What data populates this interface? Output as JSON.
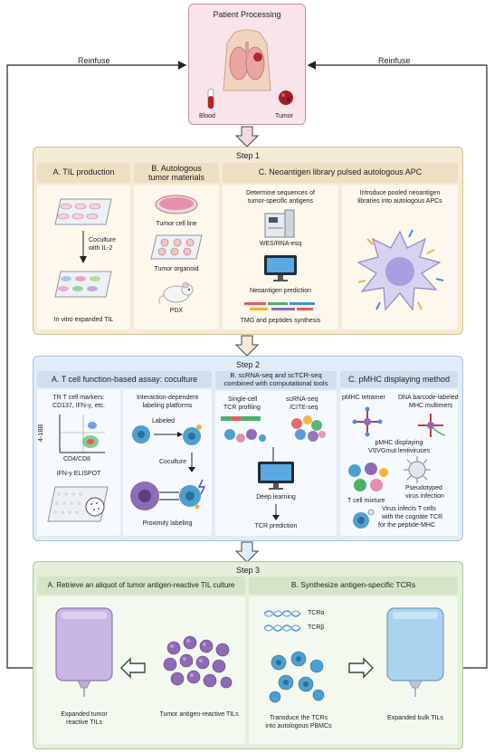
{
  "patient": {
    "title": "Patient Processing",
    "blood_label": "Blood",
    "tumor_label": "Tumor"
  },
  "reinfuse_left": "Reinfuse",
  "reinfuse_right": "Reinfuse",
  "step1": {
    "label": "Step 1",
    "a": {
      "title": "A. TIL production",
      "coculture": "Coculture",
      "with_il2": "with IL-2",
      "result": "In vitro expanded TIL"
    },
    "b": {
      "title_line1": "B. Autologous",
      "title_line2": "tumor materials",
      "cell_line": "Tumor cell line",
      "organoid": "Tumor organoid",
      "pdx": "PDX"
    },
    "c": {
      "title": "C. Neoantigen library pulsed autologous APC",
      "det_line1": "Determine sequences of",
      "det_line2": "tumor-specific antigens",
      "wes": "WES/RNA-esq",
      "neo_pred": "Neoantigen prediction",
      "tmg": "TMG and peptides synthesis",
      "intro_line1": "Introduce pooled neoantigen",
      "intro_line2": "libraries into autologous APCs"
    }
  },
  "step2": {
    "label": "Step 2",
    "a": {
      "title": "A. T cell function-based assay: coculture",
      "markers_line1": "TR T cell markers:",
      "markers_line2": "CD137, IFN-γ, etc.",
      "y_axis": "4-1BB",
      "x_axis": "CD4/CD8",
      "elispot": "IFN-γ ELISPOT",
      "interaction_line1": "Interaction-dependent",
      "interaction_line2": "labeling platforms",
      "labeled": "Labeled",
      "coculture": "Coculture",
      "proximity": "Proximity labeling"
    },
    "b": {
      "title_line1": "B. scRNA-seq and scTCR-seq",
      "title_line2": "combined with computational tools",
      "single_line1": "Single-cell",
      "single_line2": "TCR profiling",
      "scrna_line1": "scRNA-seq",
      "scrna_line2": "/CITE-seq",
      "deep": "Deep learning",
      "tcr_pred": "TCR prediction"
    },
    "c": {
      "title": "C. pMHC displaying method",
      "tetramer": "pMHC tetramer",
      "barcode_line1": "DNA barcode-labeled",
      "barcode_line2": "MHC multimers",
      "vsvg_line1": "pMHC displaying",
      "vsvg_line2": "VSVGmut lentiviruses",
      "tmix": "T cell mixture",
      "pseudo_line1": "Pseudotyped",
      "pseudo_line2": "virus infection",
      "infect_line1": "Virus infects T cells",
      "infect_line2": "with the cognate TCR",
      "infect_line3": "for the peptide-MHC"
    }
  },
  "step3": {
    "label": "Step 3",
    "a": {
      "title": "A. Retrieve an aliquot of tumor antigen-reactive TIL culture",
      "expanded_line1": "Expanded tumor",
      "expanded_line2": "reactive TILs",
      "reactive": "Tumor antigen-reactive TILs"
    },
    "b": {
      "title": "B. Synthesize antigen-specific TCRs",
      "tcra": "TCRα",
      "tcrb": "TCRβ",
      "transduce_line1": "Transduce the TCRs",
      "transduce_line2": "into autologous PBMCs",
      "bulk": "Expanded bulk TILs"
    }
  },
  "colors": {
    "patient_bg": "#f9e4ea",
    "patient_border": "#c98da0",
    "step1_bg": "#f4ead8",
    "step1_border": "#d9bf8f",
    "step1_panel": "#fdf7ec",
    "step2_bg": "#e2ecf6",
    "step2_border": "#a9c2dd",
    "step2_panel": "#f6f9fd",
    "step3_bg": "#e3eedb",
    "step3_border": "#a9c79a",
    "step3_panel": "#f4f9f0",
    "arrow_fill": "#f3d9df",
    "cell_blue": "#4da0cf",
    "cell_purple": "#8e6bb5",
    "bag_purple": "#c9b6e4",
    "bag_blue": "#a9d3ef"
  },
  "icons": [
    "lungs-icon",
    "blood-tube-icon",
    "tumor-icon",
    "well-plate-icon",
    "petri-dish-icon",
    "mouse-icon",
    "sequencer-icon",
    "monitor-icon",
    "dendritic-cell-icon",
    "flow-plot-icon",
    "elispot-plate-icon",
    "cell-icon",
    "umap-icon",
    "tetramer-icon",
    "virus-icon",
    "iv-bag-icon",
    "dna-helix-icon"
  ]
}
